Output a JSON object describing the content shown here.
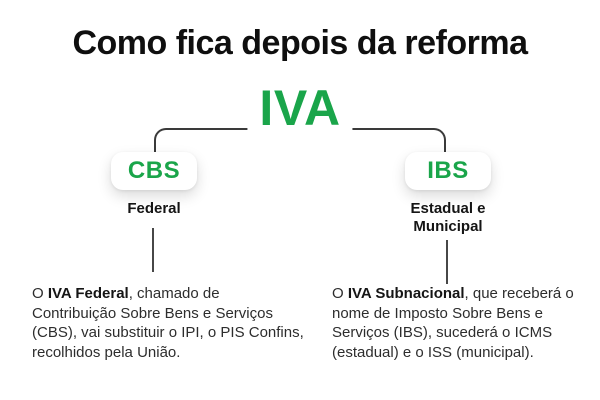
{
  "page": {
    "title": "Como fica depois da reforma",
    "background": "#ffffff"
  },
  "colors": {
    "accent_green": "#1aa54a",
    "heading_text": "#0f0f0f",
    "body_text": "#2d2d2d",
    "connector_line": "#3a3a3a",
    "node_background": "#ffffff"
  },
  "tree": {
    "root": {
      "label": "IVA"
    },
    "branches": [
      {
        "id": "cbs",
        "node_label": "CBS",
        "sublabel": "Federal",
        "description": {
          "prefix": "O ",
          "bold": "IVA Federal",
          "rest": ", chamado de Contribuição Sobre Bens e Serviços (CBS), vai substituir o IPI, o PIS Confins, recolhidos pela União."
        }
      },
      {
        "id": "ibs",
        "node_label": "IBS",
        "sublabel": "Estadual e Municipal",
        "description": {
          "prefix": "O ",
          "bold": "IVA Subnacional",
          "rest": ", que receberá o nome de Imposto Sobre Bens e Serviços (IBS), sucederá o ICMS (estadual) e o ISS (municipal)."
        }
      }
    ]
  }
}
